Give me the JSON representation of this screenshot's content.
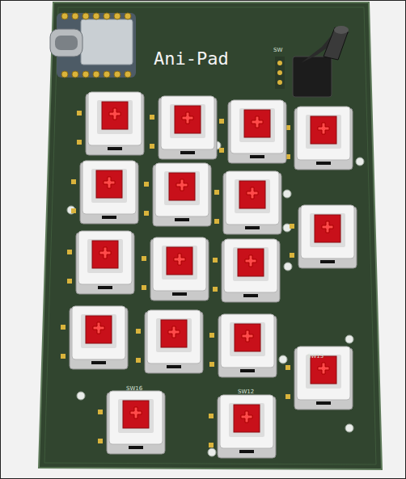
{
  "diagram": {
    "title": "Ani-Pad",
    "labels": [
      "SW",
      "SW16",
      "SW12",
      "SW15"
    ]
  }
}
